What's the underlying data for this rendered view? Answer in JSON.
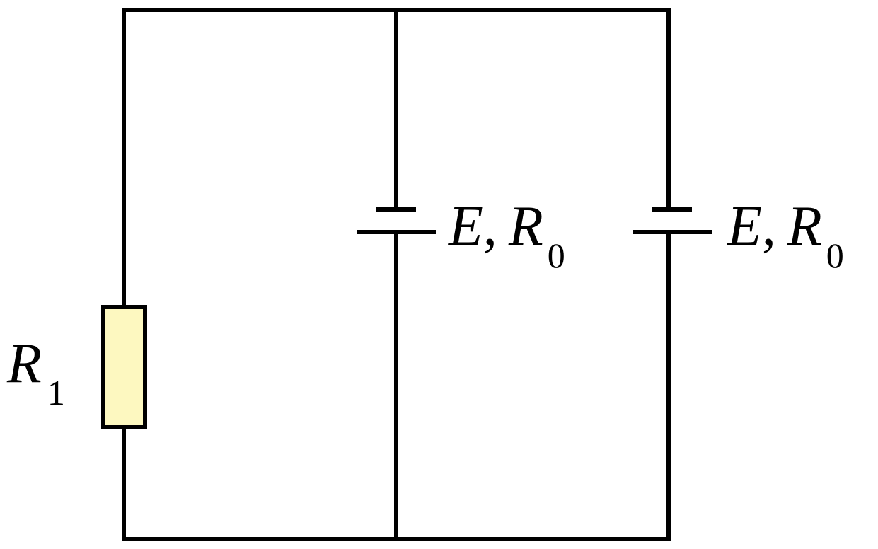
{
  "colors": {
    "wire": "#000000",
    "resistor_fill": "#fdf8c0",
    "background": "#ffffff"
  },
  "labels": {
    "resistor": {
      "symbol": "R",
      "subscript": "1"
    },
    "source_1": {
      "emf": "E",
      "separator": ",",
      "resistance_symbol": "R",
      "resistance_subscript": "0"
    },
    "source_2": {
      "emf": "E",
      "separator": ",",
      "resistance_symbol": "R",
      "resistance_subscript": "0"
    }
  }
}
